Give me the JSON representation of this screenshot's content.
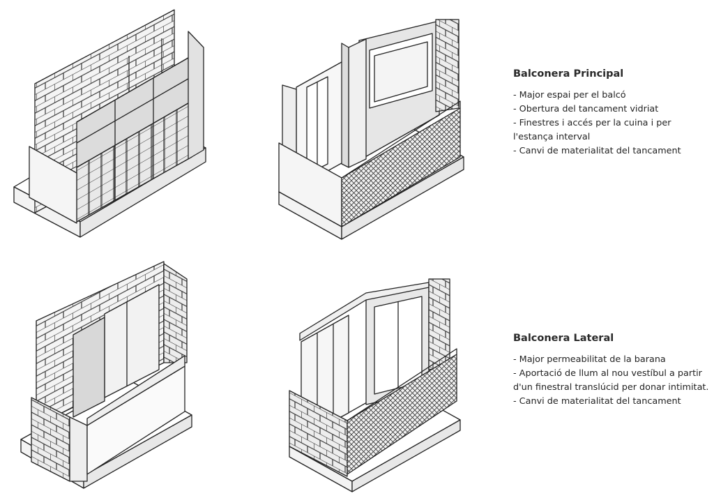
{
  "principal": {
    "title": "Balconera Principal",
    "items": [
      "- Major espai per el balcó",
      "- Obertura del tancament vidriat",
      "- Finestres i accés per la cuina i per l'estança interval",
      "- Canvi de materialitat del tancament"
    ]
  },
  "lateral": {
    "title": "Balconera Lateral",
    "items": [
      "- Major permeabilitat de la barana",
      "- Aportació de llum al nou vestíbul a partir d'un finestral translúcid per donar intimitat.",
      "- Canvi de materialitat del tancament"
    ]
  }
}
